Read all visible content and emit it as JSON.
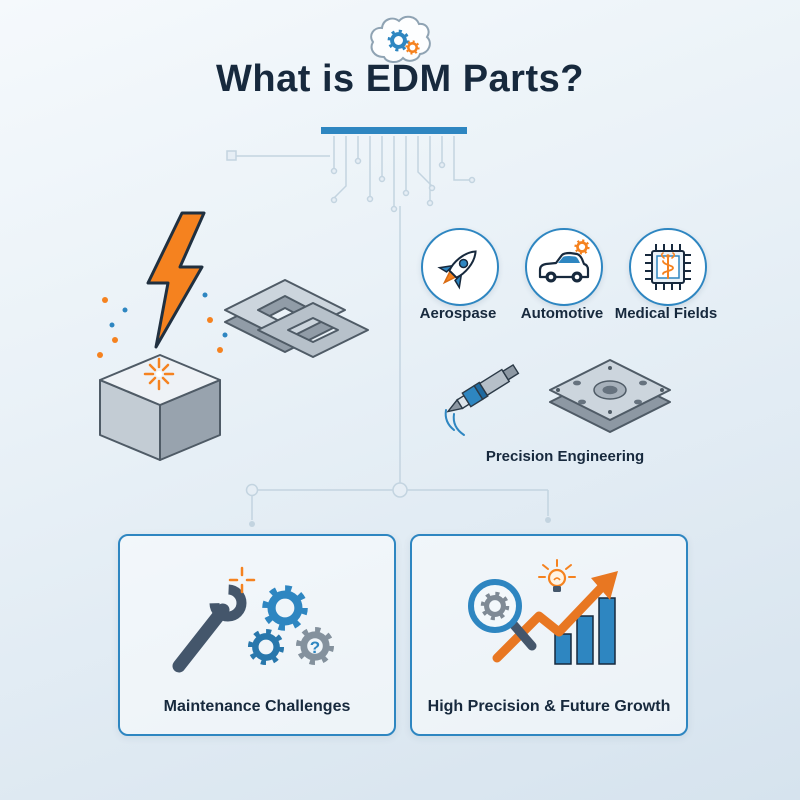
{
  "colors": {
    "accent_blue": "#2e86c1",
    "orange": "#f5821f",
    "navy": "#17293d",
    "trace": "#c3d4e0"
  },
  "header": {
    "title": "What is EDM Parts?",
    "icon": "brain-gears-icon"
  },
  "hero": {
    "illustration": "edm-spark-machining-illustration",
    "elements": [
      "lightning-bolt-icon",
      "metal-block",
      "spark-burst",
      "interlocked-frames"
    ]
  },
  "industries": {
    "items": [
      {
        "label": "Aerospase",
        "icon": "rocket-icon"
      },
      {
        "label": "Automotive",
        "icon": "car-gear-icon"
      },
      {
        "label": "Medical Fields",
        "icon": "microchip-caduceus-icon"
      }
    ]
  },
  "precision": {
    "label": "Precision Engineering",
    "icons": [
      "grinding-tool-icon",
      "machined-plate-icon"
    ]
  },
  "cards": {
    "items": [
      {
        "label": "Maintenance Challenges",
        "icon": "wrench-gears-icon",
        "badge": "?"
      },
      {
        "label": "High Precision & Future Growth",
        "icon": "magnifier-growth-icon"
      }
    ]
  }
}
